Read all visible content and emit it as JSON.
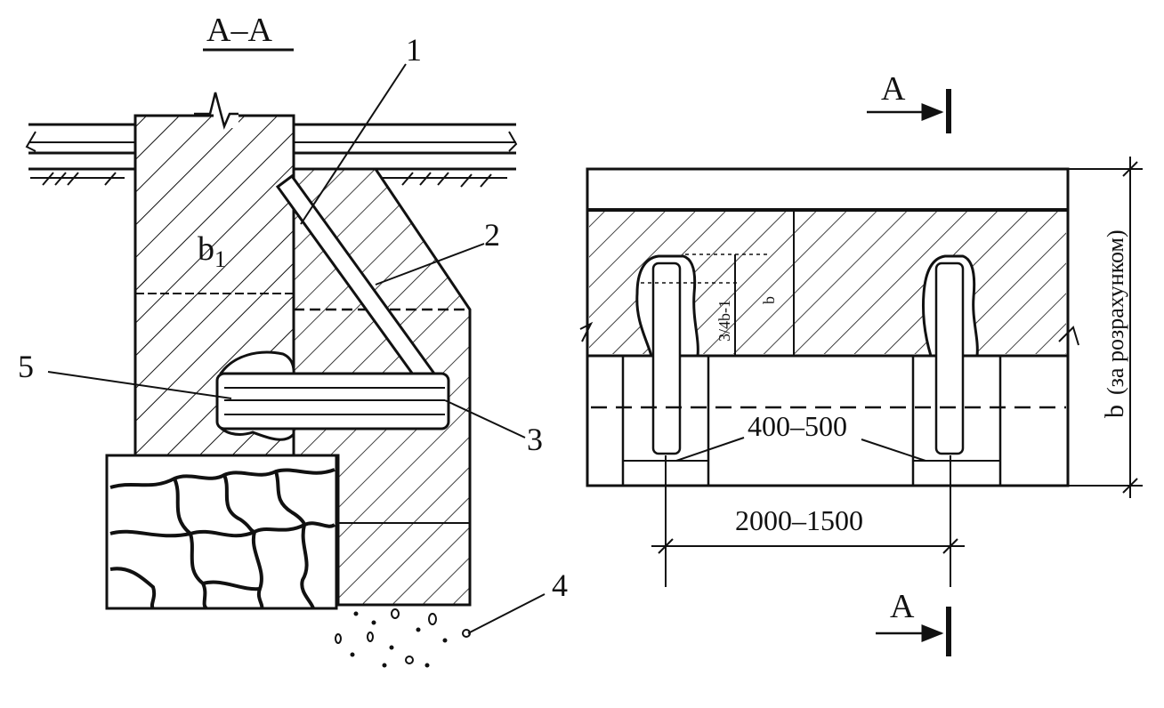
{
  "section": {
    "title": "А–А",
    "callouts": [
      "1",
      "2",
      "3",
      "4",
      "5"
    ],
    "b1_label": "b",
    "b1_subscript": "1"
  },
  "plan": {
    "cut_mark_top": "А",
    "cut_mark_bottom": "А",
    "dim_width": "400–500",
    "dim_spacing": "2000–1500",
    "b_label": "b",
    "b_note": "(за розрахунком)",
    "notch_label": "3/4b-1",
    "notch_label_small": "b"
  },
  "colors": {
    "ink": "#111111",
    "paper": "#ffffff"
  }
}
